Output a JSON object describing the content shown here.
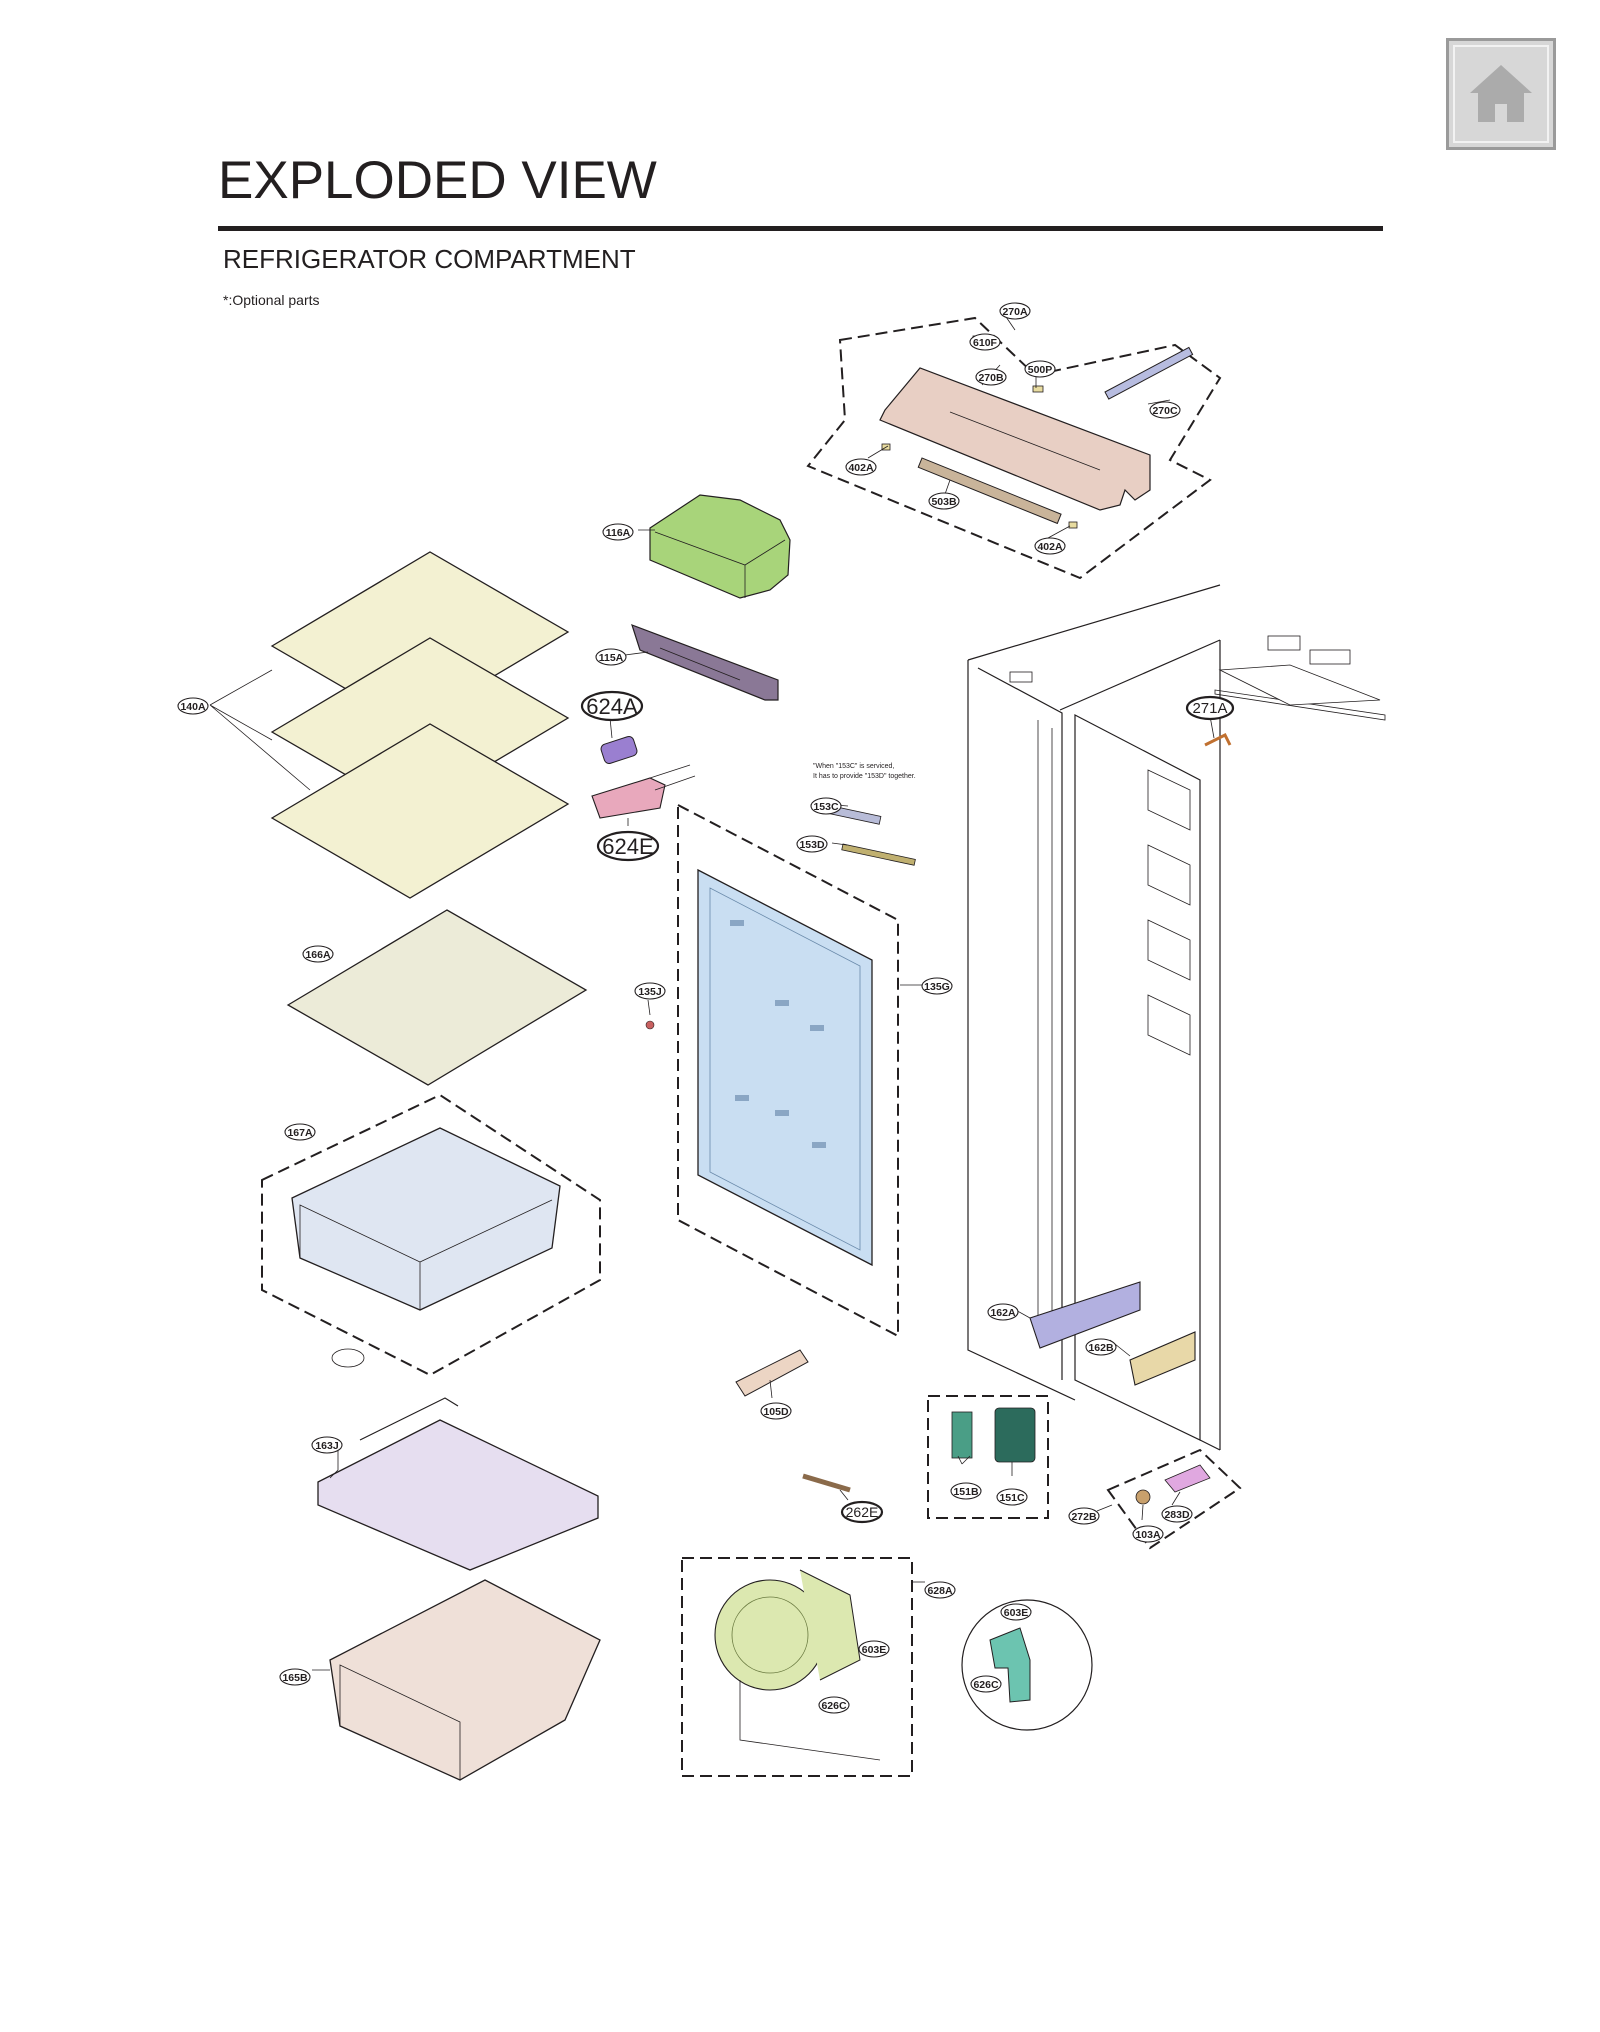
{
  "header": {
    "title": "EXPLODED VIEW",
    "subtitle": "REFRIGERATOR COMPARTMENT",
    "note": "*:Optional parts"
  },
  "nav": {
    "home_icon": "home-icon"
  },
  "callouts": {
    "p270A": "270A",
    "p610F": "610F",
    "p500P": "500P",
    "p270B": "270B",
    "p270C": "270C",
    "p402A_1": "402A",
    "p503B": "503B",
    "p402A_2": "402A",
    "p116A": "116A",
    "p115A": "115A",
    "p624A": "624A",
    "p624E": "624E",
    "p140A": "140A",
    "p166A": "166A",
    "p135J": "135J",
    "p135G": "135G",
    "p153C": "153C",
    "p153D": "153D",
    "p271A": "271A",
    "p167A": "167A",
    "p162A": "162A",
    "p162B": "162B",
    "p105D": "105D",
    "p163J": "163J",
    "p151B": "151B",
    "p151C": "151C",
    "p262E": "262E",
    "p272B": "272B",
    "p103A": "103A",
    "p283D": "283D",
    "p165B": "165B",
    "p628A": "628A",
    "p603E_1": "603E",
    "p626C_1": "626C",
    "p603E_2": "603E",
    "p626C_2": "626C"
  },
  "service_note": {
    "line1": "\"When \"153C\" is serviced,",
    "line2": "It has to provide \"153D\" together."
  },
  "colors": {
    "cover_top": "#e8cfc4",
    "cover_116A": "#a8d47a",
    "cover_115A": "#8a7896",
    "motor_624A": "#9a7fd0",
    "housing_624E": "#e8a8bc",
    "shelf_glass": "#f3f1d2",
    "panel_135G": "#c9def2",
    "crisper_167A": "#dfe6f2",
    "tray_163J": "#e6def0",
    "drawer_165B": "#efe0d8",
    "rail_162A": "#b2b0e0",
    "rail_162B": "#e8d8a8",
    "filter_151B": "#4a9e86",
    "filter_151C": "#2c6b5c",
    "valve_628A": "#dce8b0",
    "elbow_603E": "#6cc4b0",
    "spacer_105D": "#ecd5c4",
    "part_283D": "#e0a8e0",
    "part_103A": "#c8a06c"
  }
}
